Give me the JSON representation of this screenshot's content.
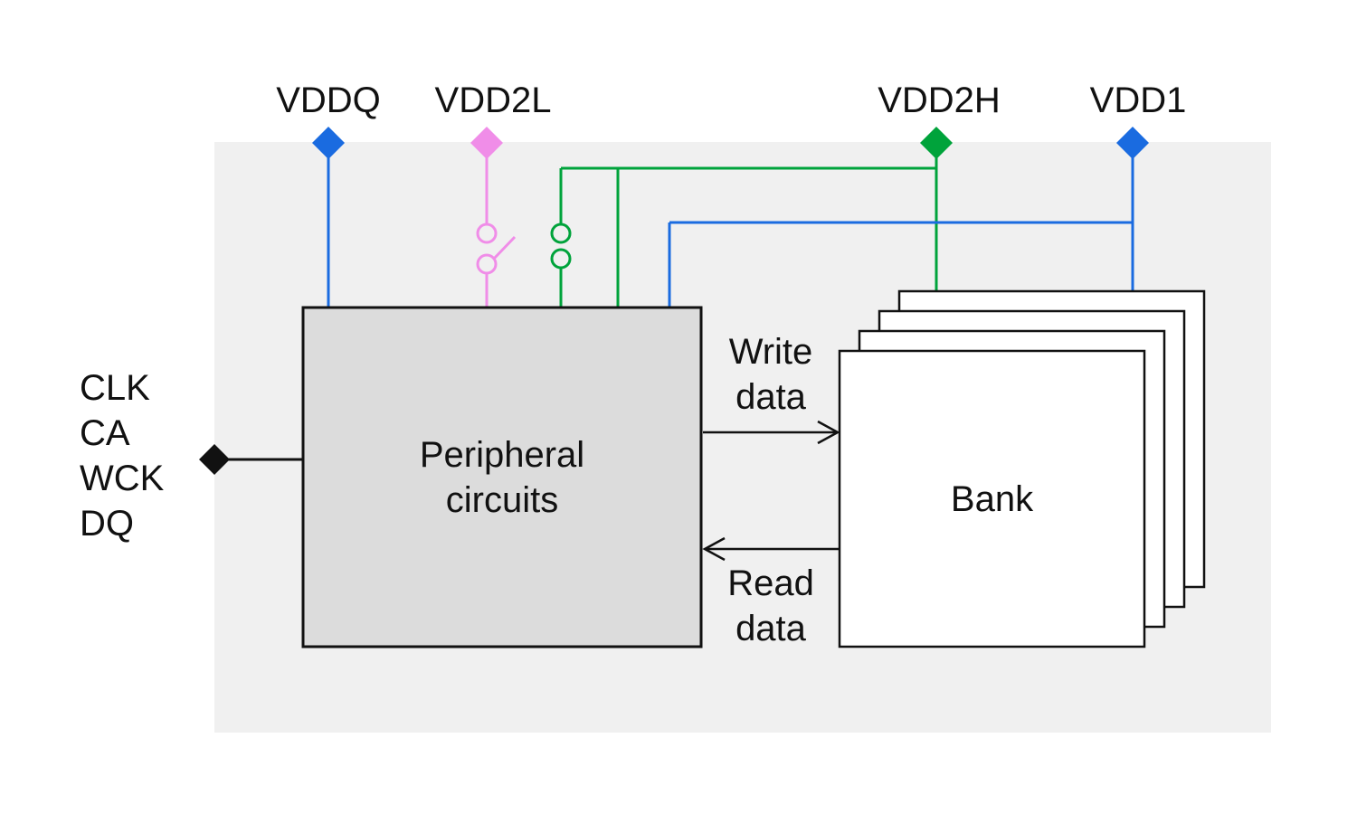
{
  "colors": {
    "blue": "#1a6be0",
    "green": "#00a33b",
    "pink": "#f08de8",
    "black": "#111111",
    "chip_bg": "#f0f0f0",
    "peripheral_fill": "#dcdcdc",
    "bank_fill": "#ffffff"
  },
  "rails": [
    {
      "label": "VDDQ",
      "color": "blue"
    },
    {
      "label": "VDD2L",
      "color": "pink"
    },
    {
      "label": "VDD2H",
      "color": "green"
    },
    {
      "label": "VDD1",
      "color": "blue"
    }
  ],
  "signals": [
    "CLK",
    "CA",
    "WCK",
    "DQ"
  ],
  "blocks": {
    "peripheral": "Peripheral\ncircuits",
    "bank": "Bank"
  },
  "arrows": {
    "write": "Write\ndata",
    "read": "Read\ndata"
  }
}
